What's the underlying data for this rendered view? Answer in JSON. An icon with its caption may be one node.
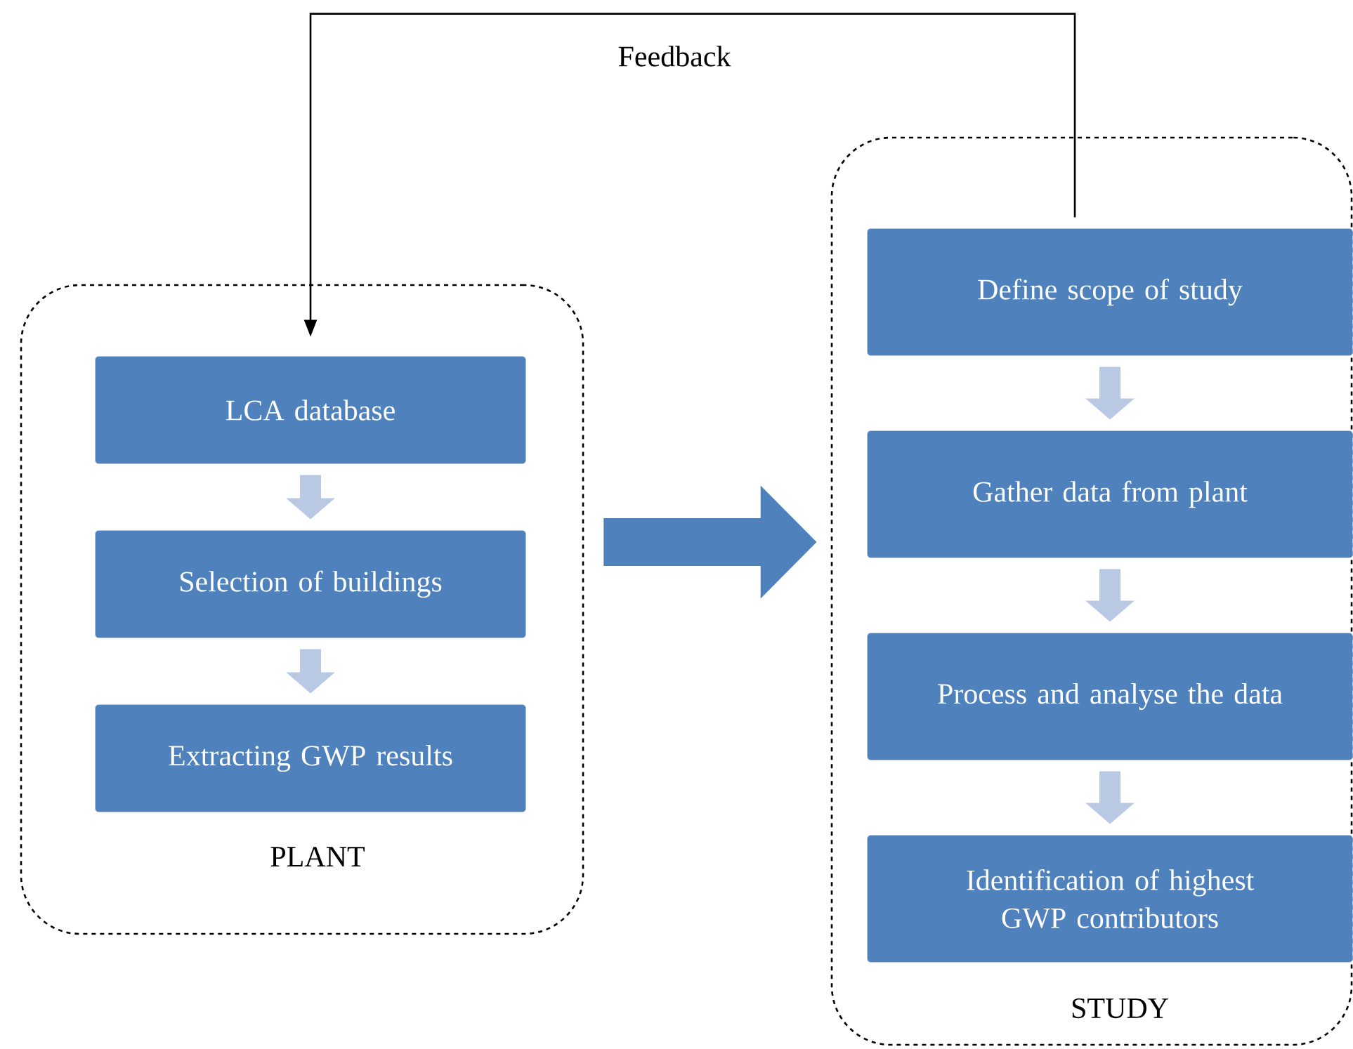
{
  "diagram": {
    "nodes": [
      {
        "text": [
          "PLANT"
        ]
      },
      {
        "text": [
          "LCA database"
        ],
        "in": 0
      },
      {
        "text": [
          "Selection of buildings"
        ],
        "in": 0
      },
      {
        "text": [
          "Extracting GWP results"
        ],
        "in": 0
      },
      {
        "text": [
          "STUDY"
        ]
      },
      {
        "text": [
          "Define scope of study"
        ],
        "in": 4
      },
      {
        "text": [
          "Gather data from plant"
        ],
        "in": 4
      },
      {
        "text": [
          "Process and analyse the data"
        ],
        "in": 4
      },
      {
        "text": [
          "Identification of highest GWP contributors"
        ],
        "in": 4
      }
    ],
    "edges": [
      {
        "from": 1,
        "to": 2,
        "arrow": "to"
      },
      {
        "from": 2,
        "to": 3,
        "arrow": "to"
      },
      {
        "from": 5,
        "to": 6,
        "arrow": "to"
      },
      {
        "from": 6,
        "to": 7,
        "arrow": "to"
      },
      {
        "from": 7,
        "to": 8,
        "arrow": "to"
      },
      {
        "from": 0,
        "to": 4,
        "arrow": "to",
        "style": "thick",
        "color": "#4f81bd"
      },
      {
        "from": 5,
        "to": 1,
        "arrow": "to",
        "label": "Feedback",
        "color": "#000000"
      }
    ]
  }
}
